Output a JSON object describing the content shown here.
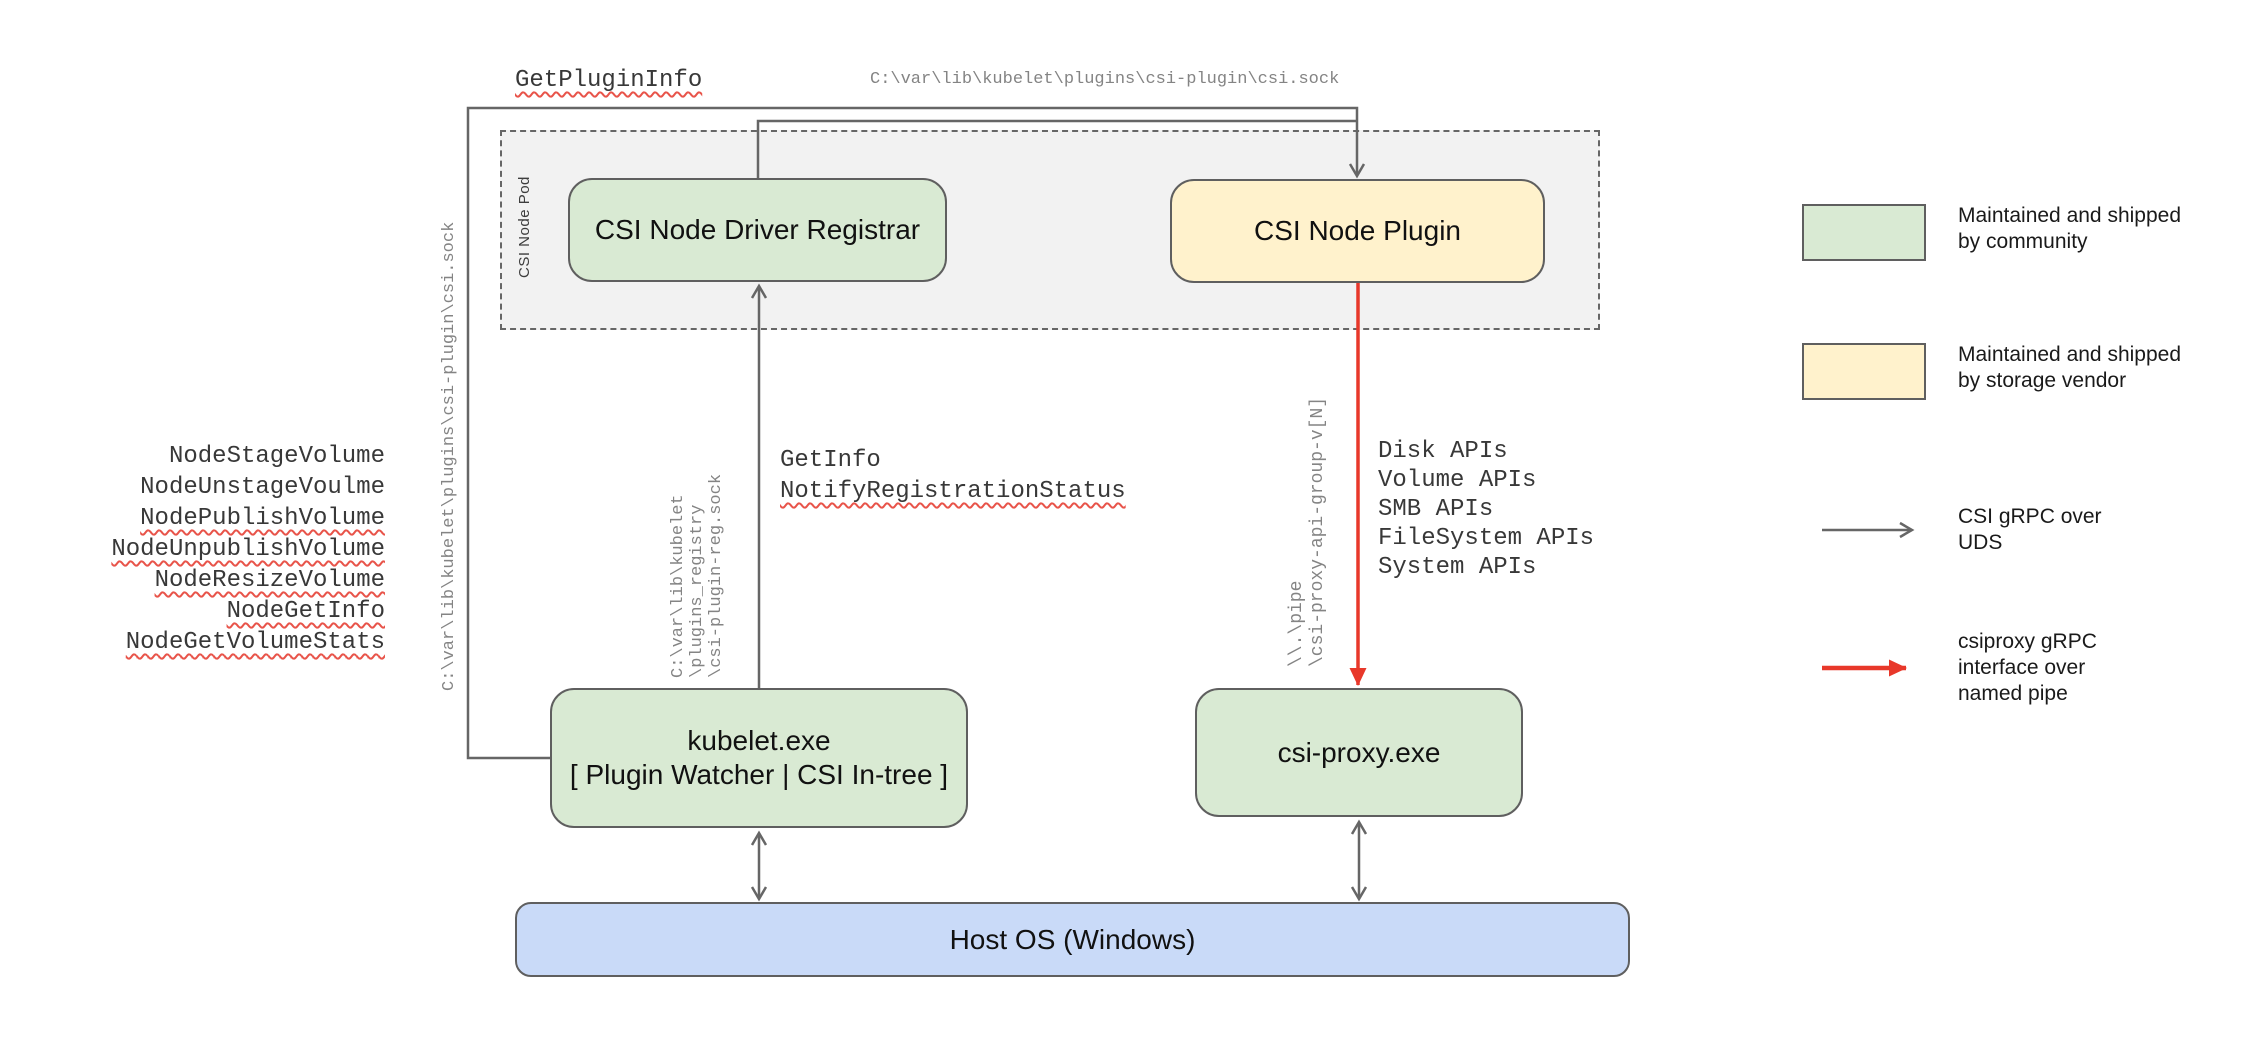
{
  "title": "CSI on Windows node architecture diagram",
  "colors": {
    "community_green": "#d9ead3",
    "vendor_yellow": "#fff2cc",
    "host_os_blue": "#c9daf8",
    "pod_background_gray": "#f2f2f2",
    "uds_arrow_gray": "#666666",
    "named_pipe_arrow_red": "#e8382a",
    "spellcheck_squiggle": "#e8544a"
  },
  "top": {
    "rpc_label": "GetPluginInfo",
    "socket_path": "C:\\var\\lib\\kubelet\\plugins\\csi-plugin\\csi.sock"
  },
  "pod": {
    "label": "CSI Node Pod",
    "registrar": "CSI Node Driver Registrar",
    "plugin": "CSI Node Plugin"
  },
  "kubelet": {
    "line1": "kubelet.exe",
    "line2": "[ Plugin Watcher | CSI In-tree ]"
  },
  "csi_proxy": {
    "label": "csi-proxy.exe"
  },
  "host_os": {
    "label": "Host OS (Windows)"
  },
  "node_rpcs": [
    {
      "label": "NodeStageVolume",
      "misspelled": false
    },
    {
      "label": "NodeUnstageVoulme",
      "misspelled": false
    },
    {
      "label": "NodePublishVolume",
      "misspelled": true
    },
    {
      "label": "NodeUnpublishVolume",
      "misspelled": true
    },
    {
      "label": "NodeResizeVolume",
      "misspelled": true
    },
    {
      "label": "NodeGetInfo",
      "misspelled": true
    },
    {
      "label": "NodeGetVolumeStats",
      "misspelled": true
    }
  ],
  "registrar_rpcs": [
    {
      "label": "GetInfo",
      "misspelled": false
    },
    {
      "label": "NotifyRegistrationStatus",
      "misspelled": true
    }
  ],
  "proxy_apis": [
    "Disk APIs",
    "Volume APIs",
    "SMB APIs",
    "FileSystem APIs",
    "System APIs"
  ],
  "paths": {
    "kubelet_to_plugin_socket": "C:\\var\\lib\\kubelet\\plugins\\csi-plugin\\csi.sock",
    "registration_socket_lines": [
      "C:\\var\\lib\\kubelet",
      "\\plugins_registry",
      "\\csi-plugin-reg.sock"
    ],
    "named_pipe_lines": [
      "\\\\.\\pipe",
      "\\csi-proxy-api-group-v[N]"
    ]
  },
  "legend": {
    "community": "Maintained and shipped\nby community",
    "vendor": "Maintained and shipped\nby storage vendor",
    "uds": "CSI gRPC over\nUDS",
    "named_pipe": "csiproxy gRPC\ninterface over\nnamed pipe"
  }
}
